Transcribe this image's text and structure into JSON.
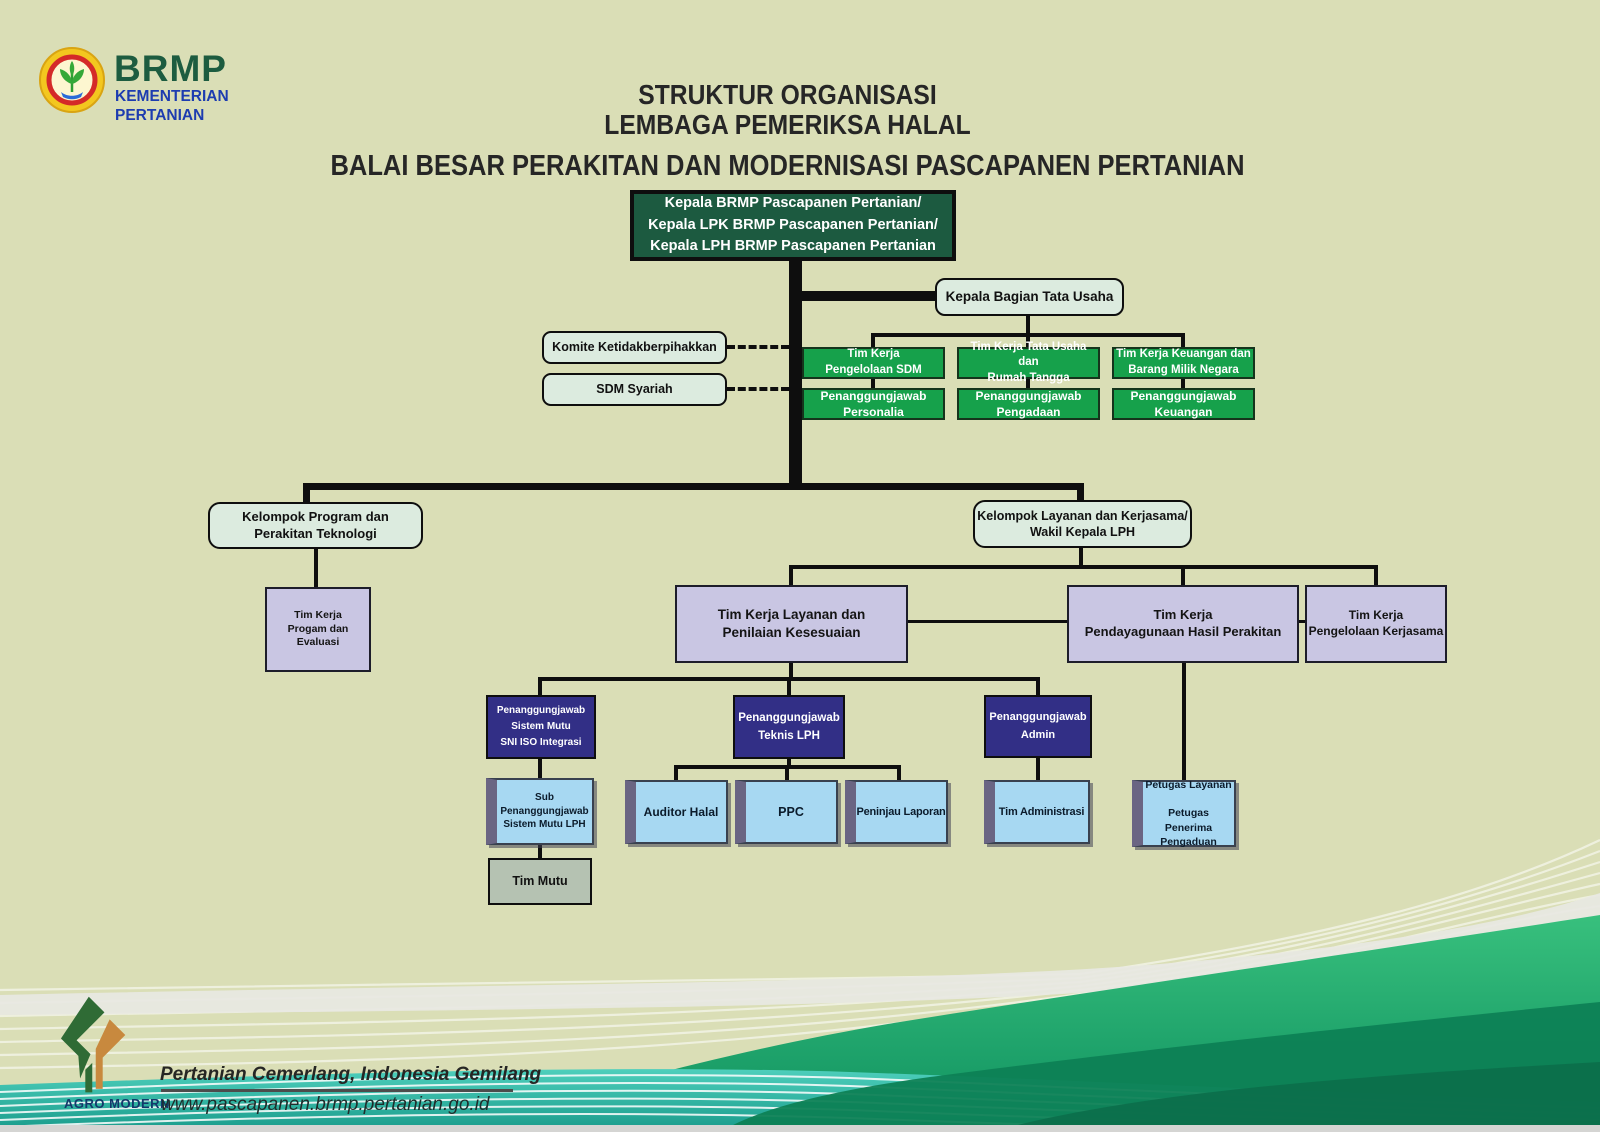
{
  "brand": {
    "name": "BRMP",
    "ministry_line1": "KEMENTERIAN",
    "ministry_line2": "PERTANIAN"
  },
  "title": {
    "line1": "STRUKTUR ORGANISASI",
    "line2": "LEMBAGA PEMERIKSA HALAL",
    "line3": "BALAI BESAR PERAKITAN DAN MODERNISASI PASCAPANEN PERTANIAN"
  },
  "chart": {
    "kepala": "Kepala BRMP Pascapanen Pertanian/\nKepala LPK BRMP Pascapanen Pertanian/\nKepala LPH BRMP Pascapanen Pertanian",
    "tata_usaha": "Kepala Bagian Tata Usaha",
    "komite": "Komite Ketidakberpihakkan",
    "sdm_syariah": "SDM Syariah",
    "tim_kerja_tu": [
      "Tim Kerja\nPengelolaan SDM",
      "Tim Kerja Tata Usaha dan\nRumah Tangga",
      "Tim Kerja Keuangan dan\nBarang Milik Negara"
    ],
    "penanggungjawab_tu": [
      "Penanggungjawab\nPersonalia",
      "Penanggungjawab\nPengadaan",
      "Penanggungjawab\nKeuangan"
    ],
    "kelompok_program": "Kelompok Program dan\nPerakitan Teknologi",
    "kelompok_layanan": "Kelompok Layanan dan Kerjasama/\nWakil Kepala LPH",
    "tim_program_evaluasi": "Tim Kerja\nProgam dan Evaluasi",
    "tim_layanan": "Tim Kerja Layanan dan\nPenilaian Kesesuaian",
    "tim_pendayagunaan": "Tim Kerja\nPendayagunaan Hasil Perakitan",
    "tim_kerjasama": "Tim Kerja\nPengelolaan Kerjasama",
    "pj_sistem_mutu": "Penanggungjawab\nSistem Mutu\nSNI ISO Integrasi",
    "pj_teknis": "Penanggungjawab\nTeknis LPH",
    "pj_admin": "Penanggungjawab\nAdmin",
    "sub_pj_sistem_mutu": "Sub\nPenanggungjawab\nSistem Mutu LPH",
    "tim_mutu": "Tim Mutu",
    "auditor_halal": "Auditor Halal",
    "ppc": "PPC",
    "peninjau_laporan": "Peninjau Laporan",
    "tim_administrasi": "Tim Administrasi",
    "petugas": "Petugas Layanan\n\nPetugas Penerima\nPengaduan"
  },
  "footer": {
    "agro_label": "AGRO MODERN",
    "tagline": "Pertanian Cemerlang, Indonesia Gemilang",
    "website": "www.pascapanen.brmp.pertanian.go.id"
  },
  "colors": {
    "background": "#dadeb6",
    "box_dark_green": "#1c5a40",
    "box_green": "#16a14b",
    "box_mint": "#dcebdf",
    "box_lavender": "#c9c6e3",
    "box_navy": "#322f86",
    "box_light_blue": "#a7d8f2",
    "box_gray_green": "#b5c2b2",
    "wave_turquoise": "#3cc8b5",
    "wave_green": "#23af6e",
    "brand_green": "#1d5c40",
    "brand_blue": "#1d3cb0"
  }
}
